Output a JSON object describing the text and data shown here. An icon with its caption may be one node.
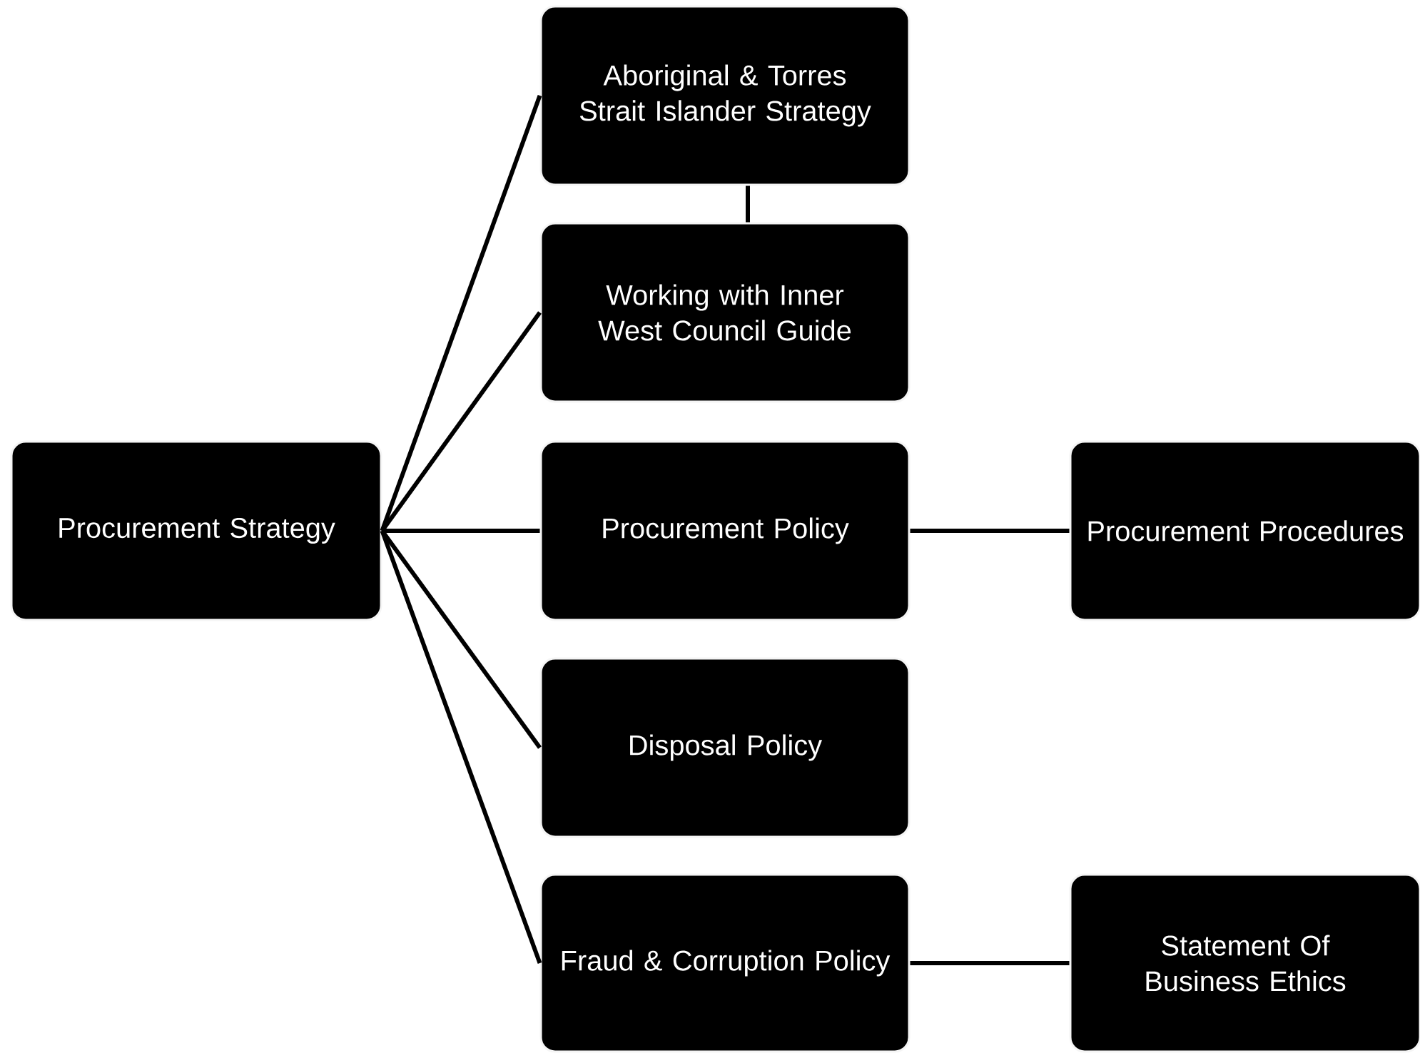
{
  "diagram": {
    "nodes": [
      {
        "text": [
          "Procurement Strategy"
        ]
      },
      {
        "text": [
          "Aboriginal & Torres Strait Islander Strategy"
        ]
      },
      {
        "text": [
          "Working with Inner West Council Guide"
        ]
      },
      {
        "text": [
          "Procurement Policy"
        ]
      },
      {
        "text": [
          "Disposal Policy"
        ]
      },
      {
        "text": [
          "Fraud & Corruption Policy"
        ]
      },
      {
        "text": [
          "Procurement Procedures"
        ]
      },
      {
        "text": [
          "Statement Of Business Ethics"
        ]
      }
    ],
    "edges": [
      {
        "from": 0,
        "to": 1,
        "arrow": "none"
      },
      {
        "from": 0,
        "to": 2,
        "arrow": "none"
      },
      {
        "from": 0,
        "to": 3,
        "arrow": "none"
      },
      {
        "from": 0,
        "to": 4,
        "arrow": "none"
      },
      {
        "from": 0,
        "to": 5,
        "arrow": "none"
      },
      {
        "from": 1,
        "to": 2,
        "arrow": "none"
      },
      {
        "from": 3,
        "to": 6,
        "arrow": "none"
      },
      {
        "from": 5,
        "to": 7,
        "arrow": "none"
      }
    ]
  }
}
